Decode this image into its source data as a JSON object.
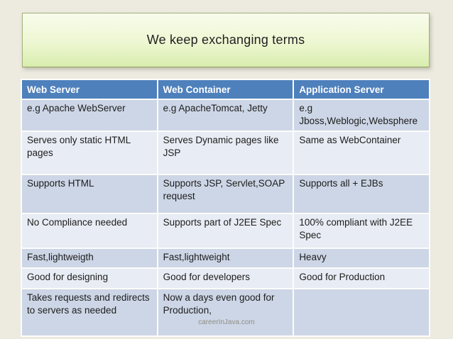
{
  "slide": {
    "title": "We keep exchanging terms",
    "footer": "careerInJava.com"
  },
  "table": {
    "headers": [
      "Web Server",
      "Web Container",
      "Application Server"
    ],
    "rows": [
      {
        "cells": [
          "e.g Apache WebServer",
          "e.g ApacheTomcat, Jetty",
          "e.g Jboss,Weblogic,Websphere"
        ]
      },
      {
        "cells": [
          "Serves only static HTML pages",
          "Serves Dynamic pages like JSP",
          "Same as WebContainer"
        ]
      },
      {
        "cells": [
          "Supports HTML",
          "Supports JSP, Servlet,SOAP request",
          "Supports all + EJBs"
        ]
      },
      {
        "cells": [
          "No Compliance needed",
          "Supports part of J2EE Spec",
          "100% compliant with J2EE Spec"
        ]
      },
      {
        "cells": [
          "Fast,lightweigth",
          "Fast,lightweight",
          "Heavy"
        ]
      },
      {
        "cells": [
          "Good for designing",
          "Good for developers",
          "Good for Production"
        ]
      },
      {
        "cells": [
          "Takes requests and redirects to servers as needed",
          "Now a days even good for Production,",
          ""
        ]
      }
    ]
  },
  "colors": {
    "background": "#edeae0",
    "title_gradient_top": "#f8fcec",
    "title_gradient_bottom": "#d8edae",
    "title_border": "#a2b178",
    "header_bg": "#4e80bc",
    "header_text": "#ffffff",
    "band_dark": "#cdd6e6",
    "band_light": "#e8ecf4",
    "cell_divider": "#fcfcfa",
    "body_text": "#1d1d1d",
    "footer_text": "#908f86"
  }
}
